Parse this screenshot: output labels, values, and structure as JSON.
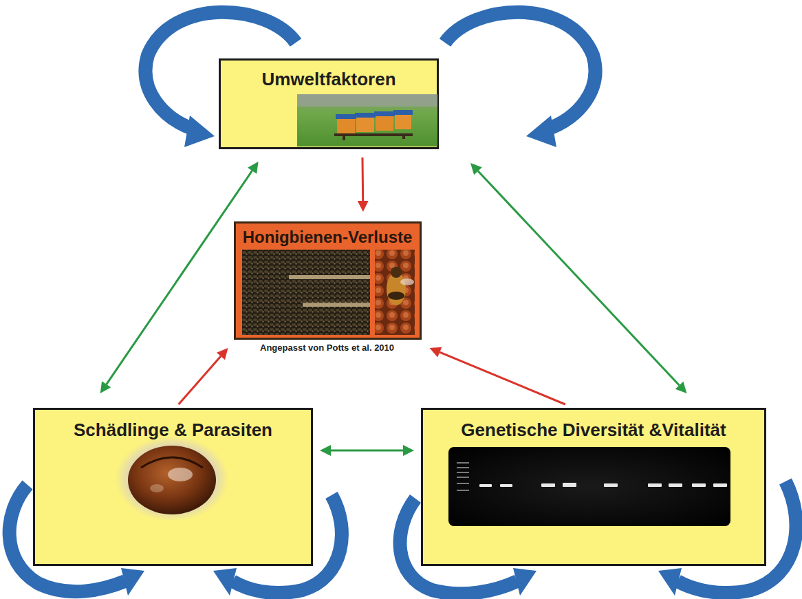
{
  "diagram": {
    "nodes": [
      {
        "text": [
          "Umweltfaktoren"
        ]
      },
      {
        "text": [
          "Honigbienen-Verluste"
        ]
      },
      {
        "text": [
          "Schädlinge & Parasiten"
        ]
      },
      {
        "text": [
          "Genetische Diversität &Vitalität"
        ]
      }
    ],
    "edges": [
      {
        "from": 0,
        "to": 1,
        "arrow": "to"
      },
      {
        "from": 2,
        "to": 1,
        "arrow": "to"
      },
      {
        "from": 3,
        "to": 1,
        "arrow": "to"
      },
      {
        "from": 0,
        "to": 2,
        "arrow": "both"
      },
      {
        "from": 0,
        "to": 3,
        "arrow": "both"
      },
      {
        "from": 2,
        "to": 3,
        "arrow": "both"
      }
    ],
    "labels": [
      "Angepasst von Potts et al. 2010"
    ]
  }
}
